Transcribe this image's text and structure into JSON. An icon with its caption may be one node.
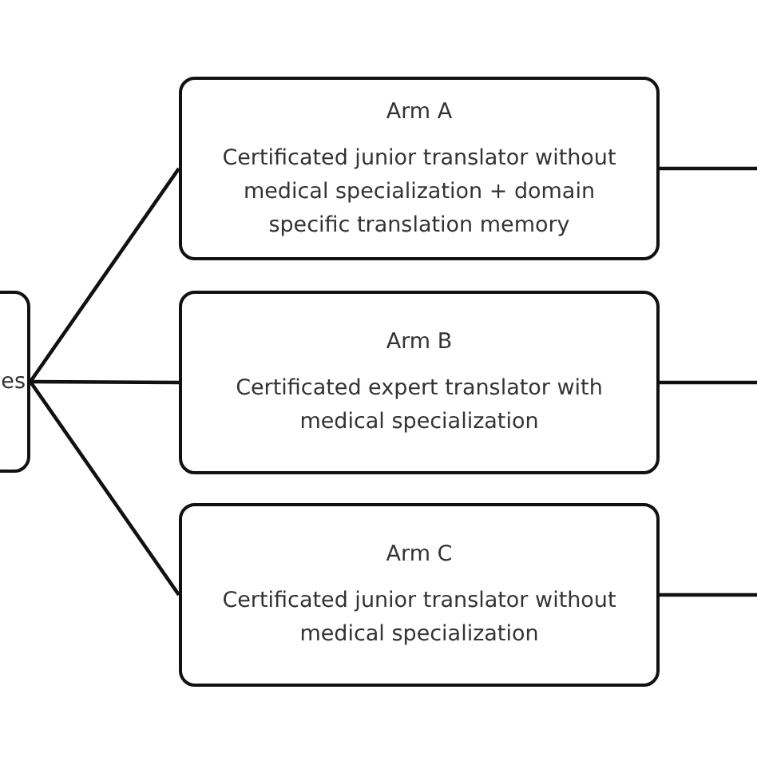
{
  "diagram": {
    "nodes": [
      {
        "text": [
          "es"
        ]
      },
      {
        "text": [
          "Arm A",
          "Certificated junior translator without medical specialization + domain specific translation memory"
        ]
      },
      {
        "text": [
          "Arm B",
          "Certificated expert translator with medical specialization"
        ]
      },
      {
        "text": [
          "Arm C",
          "Certificated junior translator without medical specialization"
        ]
      }
    ],
    "edges": [
      {
        "from": 0,
        "to": 1,
        "arrow": "none"
      },
      {
        "from": 0,
        "to": 2,
        "arrow": "none"
      },
      {
        "from": 0,
        "to": 3,
        "arrow": "none"
      },
      {
        "from": 1,
        "to": null,
        "arrow": "none"
      },
      {
        "from": 2,
        "to": null,
        "arrow": "none"
      },
      {
        "from": 3,
        "to": null,
        "arrow": "none"
      }
    ]
  }
}
